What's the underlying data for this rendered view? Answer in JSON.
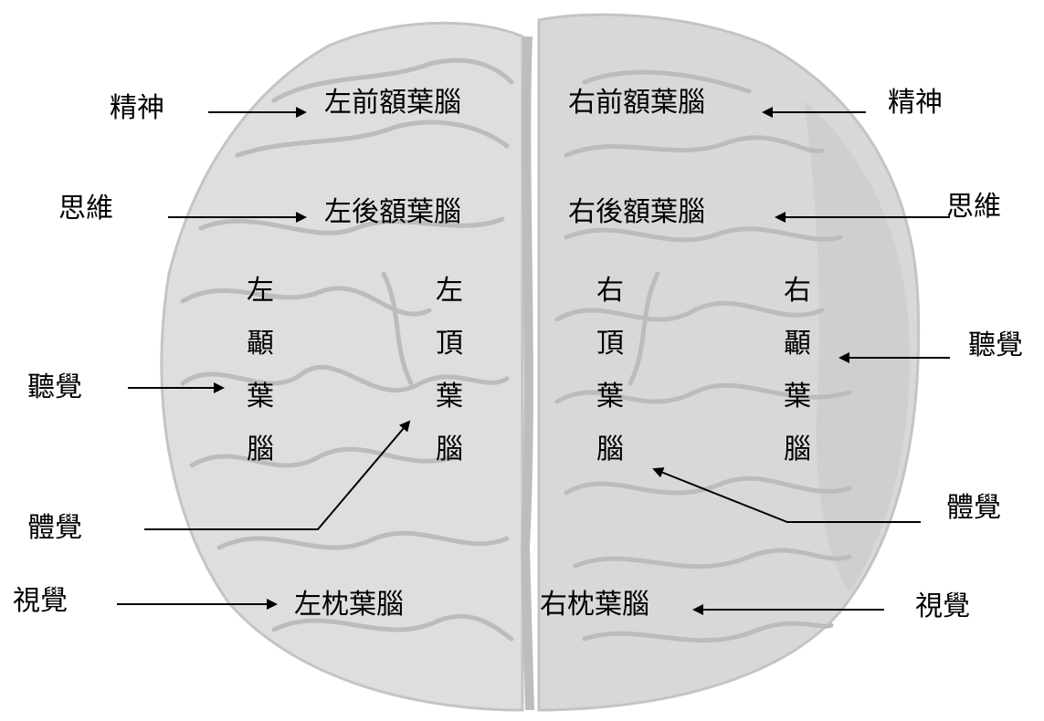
{
  "regions": {
    "left_prefrontal": "左前額葉腦",
    "right_prefrontal": "右前額葉腦",
    "left_posterior_frontal": "左後額葉腦",
    "right_posterior_frontal": "右後額葉腦",
    "left_temporal": "左顳葉腦",
    "left_parietal": "左頂葉腦",
    "right_parietal": "右頂葉腦",
    "right_temporal": "右顳葉腦",
    "left_occipital": "左枕葉腦",
    "right_occipital": "右枕葉腦"
  },
  "functions": {
    "left_spirit": "精神",
    "right_spirit": "精神",
    "left_thinking": "思維",
    "right_thinking": "思維",
    "left_hearing": "聽覺",
    "right_hearing": "聽覺",
    "left_somatosensory": "體覺",
    "right_somatosensory": "體覺",
    "left_vision": "視覺",
    "right_vision": "視覺"
  },
  "colors": {
    "brain_fill": "#dcdcdc",
    "brain_detail": "#b9b9b9",
    "arrow": "#000000"
  }
}
